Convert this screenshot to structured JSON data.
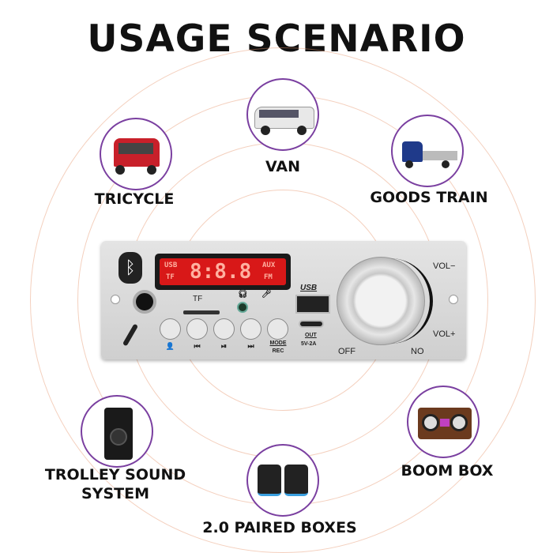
{
  "title": "USAGE SCENARIO",
  "accent_color": "#7a3fa0",
  "scenarios": [
    {
      "label": "TRICYCLE",
      "icon": "tricycle"
    },
    {
      "label": "VAN",
      "icon": "van"
    },
    {
      "label": "GOODS TRAIN",
      "icon": "truck"
    },
    {
      "label_line1": "TROLLEY SOUND",
      "label_line2": "SYSTEM",
      "icon": "trolley-speaker"
    },
    {
      "label": "2.0 PAIRED BOXES",
      "icon": "speakers"
    },
    {
      "label": "BOOM BOX",
      "icon": "boombox"
    }
  ],
  "panel": {
    "display": {
      "left_top": "USB",
      "left_bottom": "TF",
      "digits": "8:8.8",
      "right_top": "AUX",
      "right_bottom": "FM"
    },
    "tf_label": "TF",
    "usb_label": "USB",
    "out_label": "OUT",
    "out_spec": "5V-2A",
    "buttons": [
      "👤",
      "⏮",
      "⏯",
      "⏭"
    ],
    "mode_label": "MODE",
    "rec_label": "REC",
    "vol_minus": "VOL−",
    "vol_plus": "VOL+",
    "off_label": "OFF",
    "on_label": "NO"
  }
}
